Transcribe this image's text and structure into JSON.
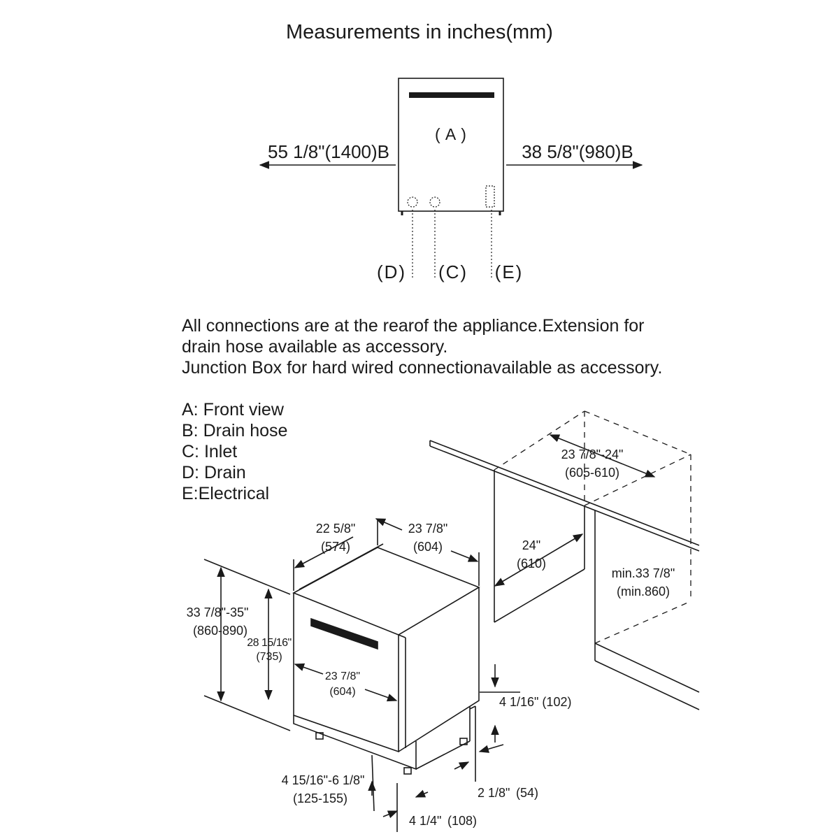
{
  "title": "Measurements in inches(mm)",
  "notes": [
    "All connections are at the rearof the appliance.Extension for",
    "drain hose available as accessory.",
    "Junction Box for hard wired connectionavailable as accessory."
  ],
  "legend": [
    "A: Front view",
    "B: Drain hose",
    "C: Inlet",
    "D: Drain",
    "E:Electrical"
  ],
  "front_view": {
    "label_a": "( A )",
    "left_hose": "55 1/8\"(1400)B",
    "right_hose": "38 5/8\"(980)B",
    "label_d": "(D)",
    "label_c": "(C)",
    "label_e": "(E)"
  },
  "dimensions": {
    "depth_in": "22 5/8\"",
    "depth_mm": "(574)",
    "width_top_in": "23 7/8\"",
    "width_top_mm": "(604)",
    "height_total_in": "33 7/8\"-35\"",
    "height_total_mm": "(860-890)",
    "height_body_in": "28 15/16\"",
    "height_body_mm": "(735)",
    "width_front_in": "23 7/8\"",
    "width_front_mm": "(604)",
    "foot_h_in": "4 15/16\"-6 1/8\"",
    "foot_h_mm": "(125-155)",
    "kick_in": "4 1/4\"",
    "kick_mm": "(108)",
    "toe_in": "4 1/16\" (102)",
    "foot_gap_in": "2 1/8\"",
    "foot_gap_mm": "(54)",
    "niche_width_in": "23 7/8\"-24\"",
    "niche_width_mm": "(605-610)",
    "niche_depth_in": "24\"",
    "niche_depth_mm": "(610)",
    "niche_height_in": "min.33 7/8\"",
    "niche_height_mm": "(min.860)"
  }
}
